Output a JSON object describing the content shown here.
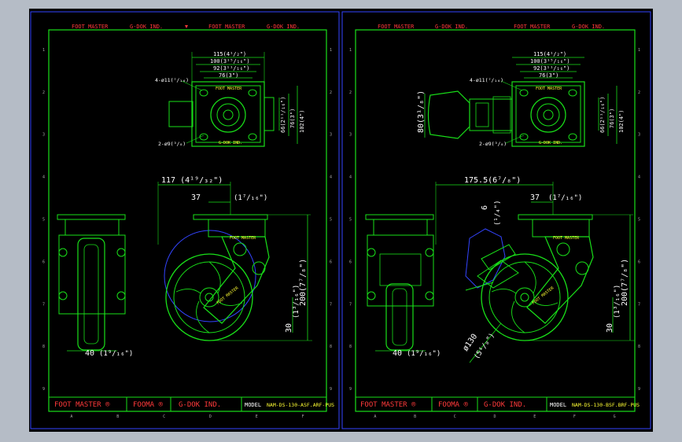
{
  "header_labels": {
    "left": [
      "FOOT MASTER",
      "G-DOK IND.",
      "FOOT MASTER",
      "G-DOK IND."
    ],
    "right": [
      "FOOT MASTER",
      "G-DOK IND.",
      "FOOT MASTER",
      "G-DOK IND."
    ]
  },
  "grid_cols": [
    "A",
    "B",
    "C",
    "D",
    "E",
    "F"
  ],
  "grid_cols_right": [
    "A",
    "B",
    "C",
    "D",
    "E",
    "F",
    "G"
  ],
  "grid_rows": [
    "1",
    "2",
    "3",
    "4",
    "5",
    "6",
    "7",
    "8",
    "9"
  ],
  "left_sheet": {
    "top_dims": [
      "115(4¹/₂\")",
      "100(3¹⁵/₁₆\")",
      "92(3¹¹/₁₆\")",
      "76(3\")"
    ],
    "side_dims": [
      "66(2¹¹/₁₆\")",
      "76(3\")",
      "102(4\")"
    ],
    "hole_note": "4-ø11(⁷/₁₆)",
    "bolt_note": "2-ø9(³/₈)",
    "plate_text": "FOOT MASTER",
    "plate_text2": "G-DOK IND.",
    "dim_117": "117 (4¹⁹/₃₂\")",
    "dim_37": "37",
    "dim_37b": "(1⁷/₁₆\")",
    "dim_200": "200(7⁷/₈\")",
    "dim_13": "(1³/₁₆\")",
    "dim_30": "30",
    "dim_40": "40",
    "dim_40b": "(1⁹/₁₆\")",
    "body_label": "FOOT MASTER",
    "wheel_label": "FOOT MASTER"
  },
  "right_sheet": {
    "top_dims": [
      "115(4¹/₂\")",
      "100(3¹⁵/₁₆\")",
      "92(3¹¹/₁₆\")",
      "76(3\")"
    ],
    "side_dims": [
      "66(2¹¹/₁₆\")",
      "76(3\")",
      "102(4\")"
    ],
    "dim_80": "80(3¹/₈\")",
    "hole_note": "4-ø11(⁷/₁₆)",
    "bolt_note": "2-ø9(³/₈)",
    "plate_text": "FOOT MASTER",
    "plate_text2": "G-DOK IND.",
    "dim_175": "175.5(6⁷/₈\")",
    "dim_37": "37",
    "dim_37b": "(1⁷/₁₆\")",
    "dim_6": "6",
    "dim_6b": "(¹/₄\")",
    "dim_200": "200(7⁷/₈\")",
    "dim_13": "(1³/₁₆\")",
    "dim_30": "30",
    "dim_40": "40",
    "dim_40b": "(1⁹/₁₆\")",
    "dim_130": "ø130",
    "dim_130b": "(5¹/₈\")",
    "body_label": "FOOT MASTER",
    "wheel_label": "FOOT MASTER"
  },
  "title_block_left": {
    "brand1": "FOOT MASTER ®",
    "brand2": "FOOMA ®",
    "brand3": "G-DOK IND.",
    "model_label": "MODEL",
    "model_value": "NAM-DS-130-ASF.ARF-PUS"
  },
  "title_block_right": {
    "brand1": "FOOT MASTER ®",
    "brand2": "FOOMA ®",
    "brand3": "G-DOK IND.",
    "model_label": "MODEL",
    "model_value": "NAM-DS-130-BSF.BRF-PUS"
  },
  "colors": {
    "frame": "#19e019",
    "outline": "#3344ff",
    "dim_text": "#ffffff",
    "label_text": "#ffff33",
    "header_text": "#ff3a3a"
  }
}
